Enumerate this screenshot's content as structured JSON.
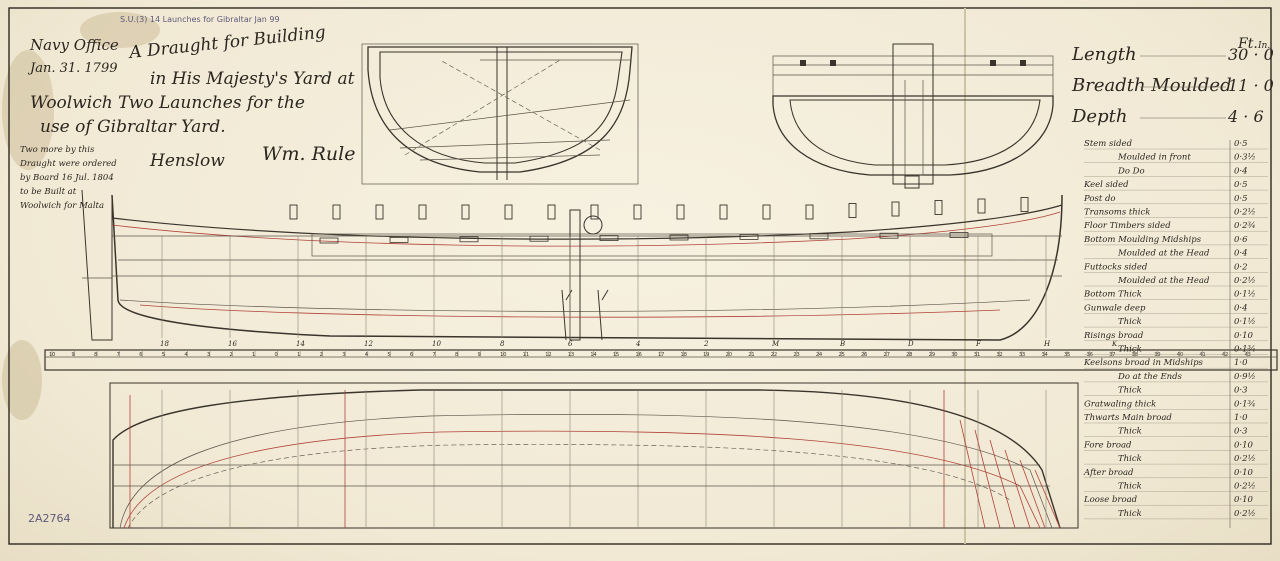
{
  "header": {
    "office_line1": "Navy Office",
    "office_line2": "Jan. 31. 1799",
    "title_line1": "A Draught for Building",
    "title_line2": "in His Majesty's Yard at",
    "title_line3": "Woolwich Two Launches for the",
    "title_line4": "use of Gibraltar Yard.",
    "signatures": "Wm. Rule",
    "signature_prefix": "Henslow",
    "pencil_note": "S.U.(3) 14 Launches for Gibraltar Jan 99",
    "side_note": "Two more by this Draught were ordered by Board 16 Jul. 1804 to be Built at Woolwich for Malta",
    "catalog_number": "2A2764"
  },
  "dimensions": {
    "header_ft": "Ft.",
    "header_in": "In.",
    "rows": [
      {
        "label": "Length",
        "value": "30 · 0"
      },
      {
        "label": "Breadth Moulded",
        "value": "11 · 0"
      },
      {
        "label": "Depth",
        "value": "4 · 6"
      }
    ]
  },
  "scantlings": [
    {
      "label": "Stem sided",
      "value": "0·5"
    },
    {
      "label": "Moulded in front",
      "value": "0·3½"
    },
    {
      "label": "Do   Do",
      "value": "0·4"
    },
    {
      "label": "Keel sided",
      "value": "0·5"
    },
    {
      "label": "Post do",
      "value": "0·5"
    },
    {
      "label": "Transoms thick",
      "value": "0·2½"
    },
    {
      "label": "Floor Timbers sided",
      "value": "0·2¾"
    },
    {
      "label": "Bottom Moulding Midships",
      "value": "0·6"
    },
    {
      "label": "Moulded at the Head",
      "value": "0·4"
    },
    {
      "label": "Futtocks sided",
      "value": "0·2"
    },
    {
      "label": "Moulded at the Head",
      "value": "0·2½"
    },
    {
      "label": "Bottom Thick",
      "value": "0·1½"
    },
    {
      "label": "Gunwale deep",
      "value": "0·4"
    },
    {
      "label": "Thick",
      "value": "0·1½"
    },
    {
      "label": "Risings broad",
      "value": "0·10"
    },
    {
      "label": "Thick",
      "value": "0·1¾"
    },
    {
      "label": "Keelsons broad in Midships",
      "value": "1·0"
    },
    {
      "label": "Do at the Ends",
      "value": "0·9½"
    },
    {
      "label": "Thick",
      "value": "0·3"
    },
    {
      "label": "Gratwaling thick",
      "value": "0·1¾"
    },
    {
      "label": "Thwarts Main broad",
      "value": "1·0"
    },
    {
      "label": "Thick",
      "value": "0·3"
    },
    {
      "label": "Fore broad",
      "value": "0·10"
    },
    {
      "label": "Thick",
      "value": "0·2½"
    },
    {
      "label": "After broad",
      "value": "0·10"
    },
    {
      "label": "Thick",
      "value": "0·2½"
    },
    {
      "label": "Loose broad",
      "value": "0·10"
    },
    {
      "label": "Thick",
      "value": "0·2½"
    }
  ],
  "station_labels": [
    "18",
    "16",
    "14",
    "12",
    "10",
    "8",
    "6",
    "4",
    "2",
    "M",
    "B",
    "D",
    "F",
    "H",
    "K"
  ],
  "scale_ticks": [
    "10",
    "9",
    "8",
    "7",
    "6",
    "5",
    "4",
    "3",
    "2",
    "1",
    "0",
    "1",
    "2",
    "3",
    "4",
    "5",
    "6",
    "7",
    "8",
    "9",
    "10",
    "11",
    "12",
    "13",
    "14",
    "15",
    "16",
    "17",
    "18",
    "19",
    "20",
    "21",
    "22",
    "23",
    "24",
    "25",
    "26",
    "27",
    "28",
    "29",
    "30",
    "31",
    "32",
    "33",
    "34",
    "35",
    "36",
    "37",
    "38",
    "39",
    "40",
    "41",
    "42",
    "43"
  ],
  "colors": {
    "ink": "#3a342c",
    "red_line": "#b0433a",
    "paper": "#f3ecda"
  }
}
